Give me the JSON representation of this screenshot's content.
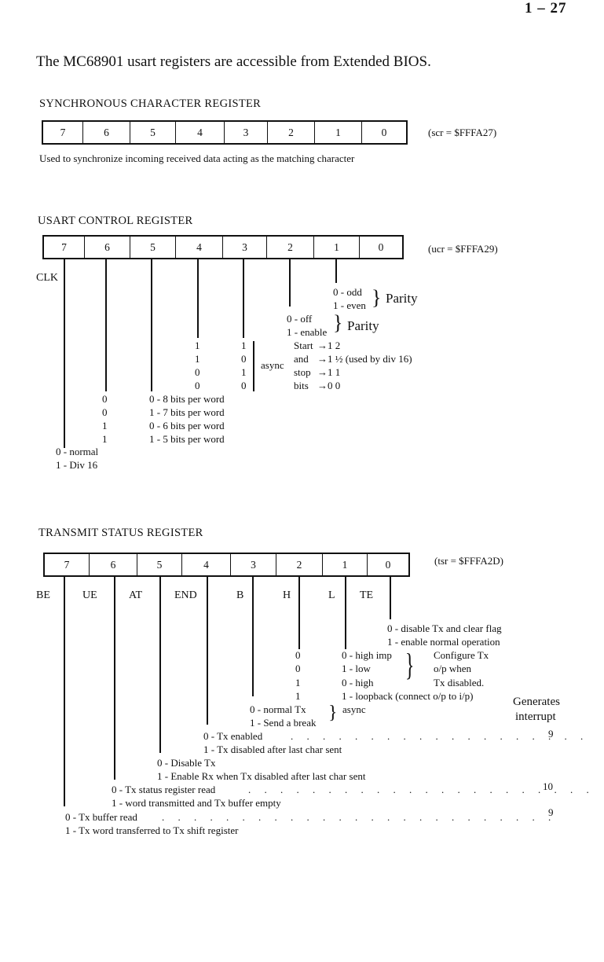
{
  "page_number": "1 – 27",
  "intro": "The MC68901 usart registers are accessible from Extended BIOS.",
  "scr": {
    "title": "SYNCHRONOUS CHARACTER REGISTER",
    "bits": [
      "7",
      "6",
      "5",
      "4",
      "3",
      "2",
      "1",
      "0"
    ],
    "address": "(scr = $FFFA27)",
    "note": "Used to synchronize incoming received data acting as the matching character"
  },
  "ucr": {
    "title": "USART CONTROL REGISTER",
    "bits": [
      "7",
      "6",
      "5",
      "4",
      "3",
      "2",
      "1",
      "0"
    ],
    "address": "(ucr = $FFFA29)",
    "clk": "CLK",
    "parity_odd": "0 - odd",
    "parity_even": "1 - even",
    "parity_label1": "Parity",
    "parity_off": "0 - off",
    "parity_enable": "1 - enable",
    "parity_label2": "Parity",
    "stop_b4": [
      "1",
      "1",
      "0",
      "0"
    ],
    "stop_b3": [
      "1",
      "0",
      "1",
      "0"
    ],
    "async": "async",
    "stop_words": [
      "Start",
      "and",
      "stop",
      "bits"
    ],
    "stop_values": [
      "→1 2",
      "→1 ½ (used by div 16)",
      "→1 1",
      "→0 0"
    ],
    "wl_b6": [
      "0",
      "0",
      "1",
      "1"
    ],
    "wl_rows": [
      "0 - 8 bits per word",
      "1 - 7 bits per word",
      "0 - 6 bits per word",
      "1 - 5 bits per word"
    ],
    "clk_normal": "0 - normal",
    "clk_div16": "1 - Div 16"
  },
  "tsr": {
    "title": "TRANSMIT STATUS REGISTER",
    "bits": [
      "7",
      "6",
      "5",
      "4",
      "3",
      "2",
      "1",
      "0"
    ],
    "address": "(tsr = $FFFA2D)",
    "labels": [
      "BE",
      "UE",
      "AT",
      "END",
      "B",
      "H",
      "L",
      "TE"
    ],
    "te0": "0 - disable Tx and clear flag",
    "te1": "1 - enable normal operation",
    "h_vals": [
      "0",
      "0",
      "1",
      "1"
    ],
    "hl_rows": [
      "0 - high imp",
      "1 - low",
      "0 - high",
      "1 - loopback (connect o/p to i/p)"
    ],
    "configure": [
      "Configure Tx",
      "o/p when",
      "Tx disabled."
    ],
    "generates": "Generates",
    "interrupt": "interrupt",
    "b0": "0 - normal Tx",
    "b1": "1 - Send a break",
    "b_async": "async",
    "end0": "0 - Tx enabled",
    "end1": "1 - Tx disabled after last char sent",
    "at0": "0 - Disable Tx",
    "at1": "1 - Enable Rx when Tx disabled after last char sent",
    "ue0": "0 - Tx status register read",
    "ue1": "1 - word transmitted and Tx buffer empty",
    "be0": "0 - Tx buffer read",
    "be1": "1 - Tx word transferred to Tx shift register",
    "int_end": "9",
    "int_ue": "10",
    "int_be": "9"
  }
}
